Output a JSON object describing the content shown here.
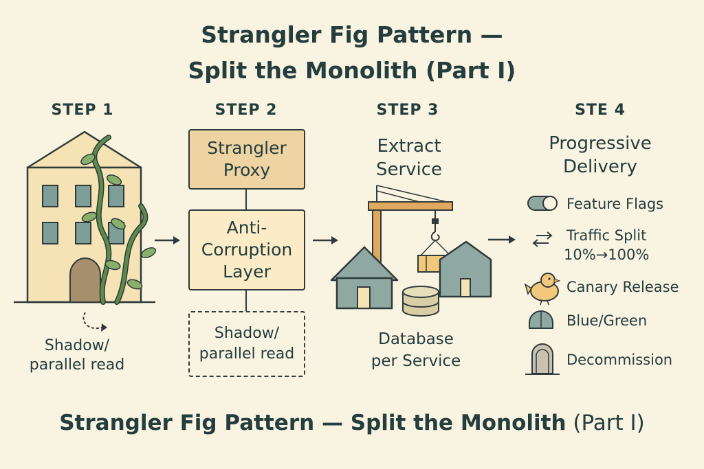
{
  "title": {
    "line1": "Strangler Fig Pattern —",
    "line2": "Split the Monolith (Part I)"
  },
  "steps": [
    {
      "label": "STEP 1",
      "caption_line1": "Shadow/",
      "caption_line2": "parallel read"
    },
    {
      "label": "STEP 2",
      "proxy_line1": "Strangler",
      "proxy_line2": "Proxy",
      "acl_line1": "Anti-",
      "acl_line2": "Corruption",
      "acl_line3": "Layer",
      "shadow_line1": "Shadow/",
      "shadow_line2": "parallel read"
    },
    {
      "label": "STEP 3",
      "heading_line1": "Extract",
      "heading_line2": "Service",
      "caption_line1": "Database",
      "caption_line2": "per Service"
    },
    {
      "label": "STE 4",
      "heading_line1": "Progressive",
      "heading_line2": "Delivery"
    }
  ],
  "features": [
    {
      "icon": "toggle-icon",
      "label": "Feature Flags"
    },
    {
      "icon": "swap-arrows-icon",
      "label": "Traffic Split",
      "sublabel": "10%→100%"
    },
    {
      "icon": "bird-icon",
      "label": "Canary Release"
    },
    {
      "icon": "half-dome-icon",
      "label": "Blue/Green"
    },
    {
      "icon": "tombstone-icon",
      "label": "Decommission"
    }
  ],
  "footer": {
    "bold": "Strangler Fig Pattern — Split the Monolith",
    "light": " (Part I)"
  },
  "colors": {
    "background": "#f9f3e2",
    "ink": "#243d3d",
    "building": "#f6e3b5",
    "window": "#7e9e98",
    "door": "#a58f6c",
    "vine": "#5c8a4b",
    "leaf": "#88b06c",
    "proxy": "#efd4a3",
    "acl": "#fbecc7",
    "house": "#8fa8a1",
    "crane": "#e0a95f",
    "barrel": "#d9cfa6"
  }
}
